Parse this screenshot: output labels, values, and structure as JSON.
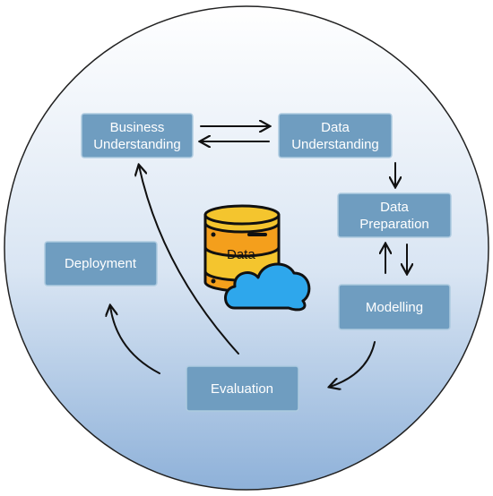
{
  "nodes": {
    "business_understanding": [
      "Business",
      "Understanding"
    ],
    "data_understanding": [
      "Data",
      "Understanding"
    ],
    "data_preparation": [
      "Data",
      "Preparation"
    ],
    "modelling": [
      "Modelling"
    ],
    "evaluation": [
      "Evaluation"
    ],
    "deployment": [
      "Deployment"
    ]
  },
  "center_icon": {
    "label": "Data",
    "icon": "database-cloud-icon"
  },
  "colors": {
    "node_fill": "#6f9dc0",
    "circle_top": "#ffffff",
    "circle_bottom": "#8eb1d9",
    "db_gold": "#f4c52e",
    "db_orange": "#f49f1c",
    "cloud_blue": "#2ea7ec"
  }
}
